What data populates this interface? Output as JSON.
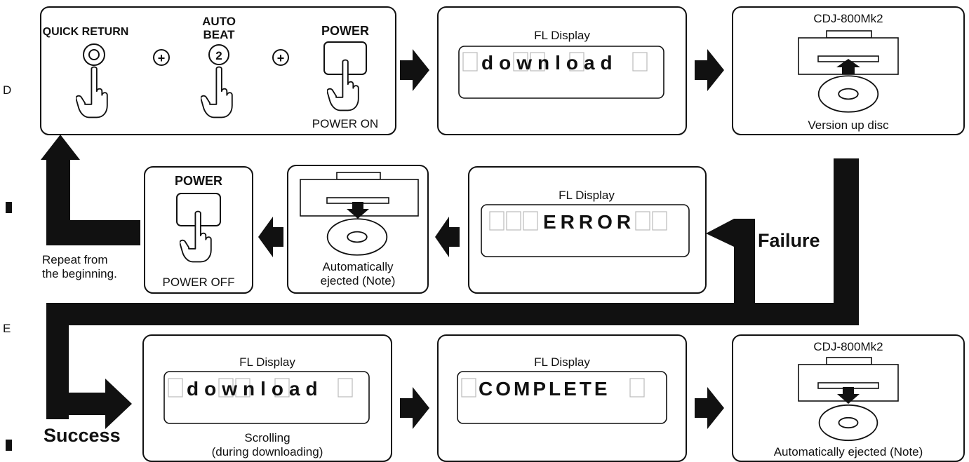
{
  "margin": {
    "d": "D",
    "e": "E"
  },
  "step1": {
    "quick_return": "QUICK RETURN",
    "auto_beat_1": "AUTO",
    "auto_beat_2": "BEAT",
    "num2": "2",
    "power": "POWER",
    "power_on": "POWER ON",
    "plus": "+"
  },
  "step2": {
    "title": "FL Display",
    "text": "download"
  },
  "step3": {
    "model": "CDJ-800Mk2",
    "caption": "Version up disc"
  },
  "failure_row": {
    "power": "POWER",
    "power_off": "POWER OFF",
    "eject_1": "Automatically",
    "eject_2": "ejected (Note)",
    "fl_title": "FL Display",
    "error": "ERROR",
    "failure": "Failure",
    "repeat_1": "Repeat from",
    "repeat_2": "the beginning."
  },
  "success_row": {
    "success": "Success",
    "fl1_title": "FL Display",
    "fl1_text": "download",
    "scroll_1": "Scrolling",
    "scroll_2": "(during downloading)",
    "fl2_title": "FL Display",
    "fl2_text": "COMPLETE",
    "model": "CDJ-800Mk2",
    "eject": "Automatically ejected (Note)"
  },
  "colors": {
    "ink": "#111111",
    "background": "#ffffff"
  }
}
